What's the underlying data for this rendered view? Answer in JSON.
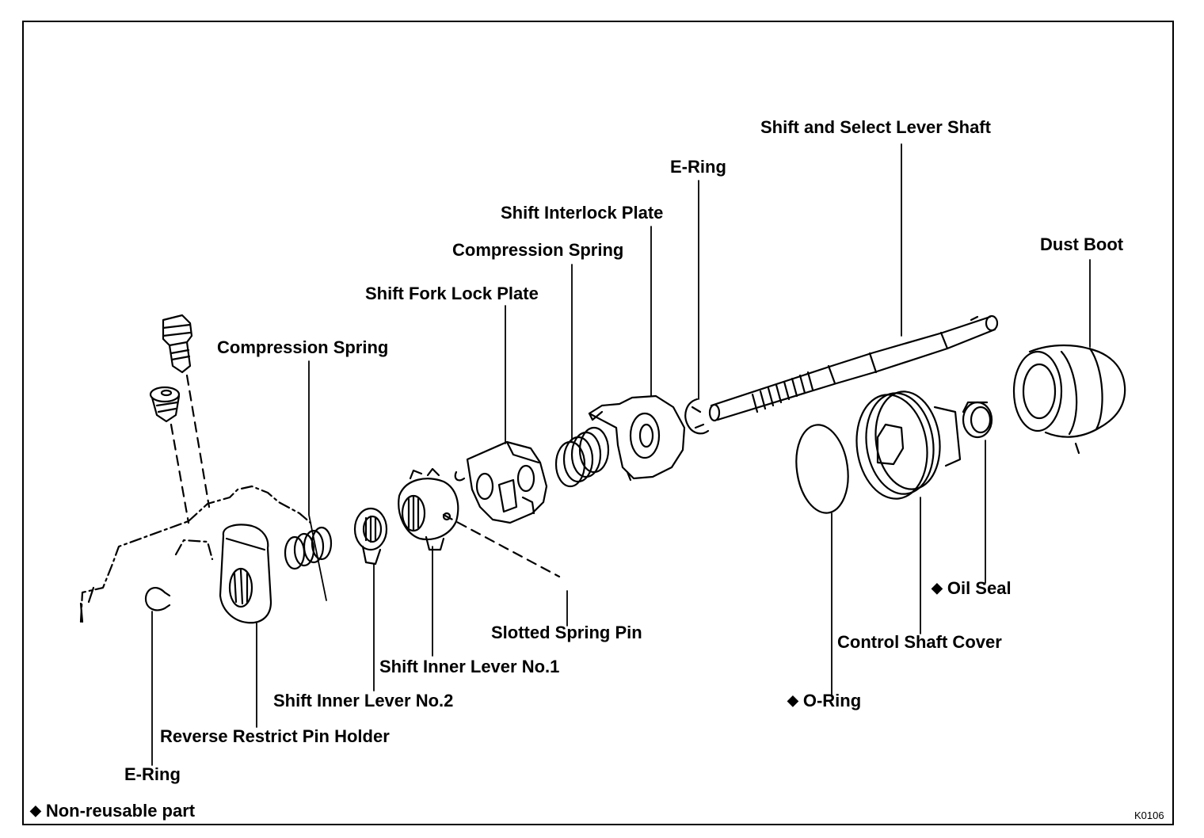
{
  "diagram": {
    "non_reusable_marker": "◆",
    "labels": {
      "shift_select_lever_shaft": "Shift and Select Lever Shaft",
      "e_ring_top": "E-Ring",
      "shift_interlock_plate": "Shift Interlock Plate",
      "compression_spring_upper": "Compression Spring",
      "shift_fork_lock_plate": "Shift Fork Lock Plate",
      "compression_spring_left": "Compression Spring",
      "dust_boot": "Dust Boot",
      "oil_seal": "Oil Seal",
      "control_shaft_cover": "Control Shaft Cover",
      "o_ring": "O-Ring",
      "slotted_spring_pin": "Slotted Spring Pin",
      "shift_inner_lever_no1": "Shift Inner Lever No.1",
      "shift_inner_lever_no2": "Shift Inner Lever No.2",
      "reverse_restrict_pin_holder": "Reverse Restrict Pin Holder",
      "e_ring_bottom": "E-Ring"
    },
    "legend": "Non-reusable part",
    "figure_code": "K0106"
  }
}
